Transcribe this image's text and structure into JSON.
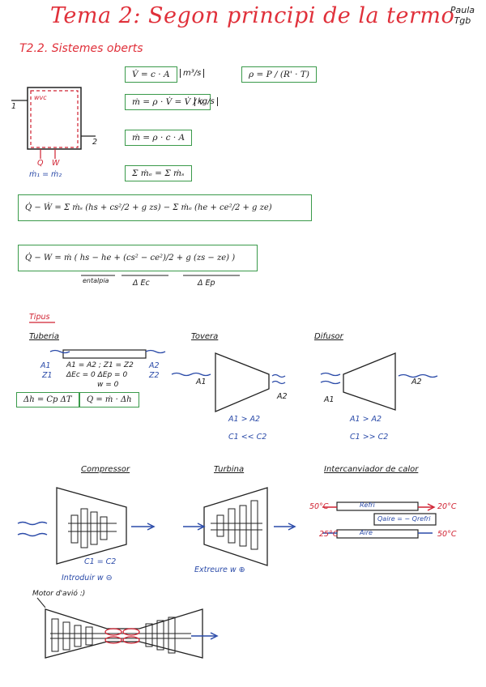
{
  "page": {
    "title": "Tema 2: Segon principi de la termo",
    "author_line1": "Paula",
    "author_line2": "Tgb",
    "subtitle": "T2.2. Sistemes oberts"
  },
  "system": {
    "wvc": "wvc",
    "in": "1",
    "out": "2",
    "q": "Q",
    "w": "W",
    "mass": "ṁ₁ = ṁ₂"
  },
  "eqs": {
    "vol": "V̇ = c · A",
    "vol_unit": "m³/s",
    "rho": "ρ = P / (R' · T)",
    "mass": "ṁ = ρ · V̇ = V̇ / v",
    "mass_unit": "kg/s",
    "mass2": "ṁ = ρ · c · A",
    "balance": "Σ ṁₑ = Σ ṁₛ",
    "energy": "Q̇ − Ẇ = Σ ṁₛ (hs + cs²/2 + g zs) − Σ ṁₑ (he + ce²/2 + g ze)",
    "energy2": "Q̇ − W = ṁ ( hs − he + (cs² − ce²)/2 + g (zs − ze) )",
    "entalpia": "entalpia",
    "dec": "Δ Ec",
    "dep": "Δ Ep"
  },
  "tipus": "Tipus",
  "tuberia": {
    "name": "Tuberia",
    "a1": "A1",
    "z1": "Z1",
    "a2": "A2",
    "z2": "Z2",
    "l1": "A1 = A2 ; Z1 = Z2",
    "l2": "ΔEc = 0    ΔEp = 0",
    "l3": "w = 0",
    "b1": "Δh = Cp ΔT",
    "b2": "Q = ṁ · Δh"
  },
  "tovera": {
    "name": "Tovera",
    "a1": "A1",
    "a2": "A2",
    "rel": "A1 > A2",
    "c": "C1 << C2"
  },
  "difusor": {
    "name": "Difusor",
    "a1": "A1",
    "a2": "A2",
    "rel": "A1 > A2",
    "c": "C1 >> C2"
  },
  "compressor": {
    "name": "Compressor",
    "c": "C1 = C2",
    "w": "Introduir w ⊖"
  },
  "turbina": {
    "name": "Turbina",
    "w": "Extreure w ⊕"
  },
  "intercanvi": {
    "name": "Intercanviador de calor",
    "t1": "50°C",
    "t2": "20°C",
    "t3": "25°C",
    "t4": "50°C",
    "refri": "Refri",
    "aire": "Aire",
    "q": "Qaire = − Qrefri"
  },
  "motor": {
    "label": "Motor d'avió :)"
  }
}
